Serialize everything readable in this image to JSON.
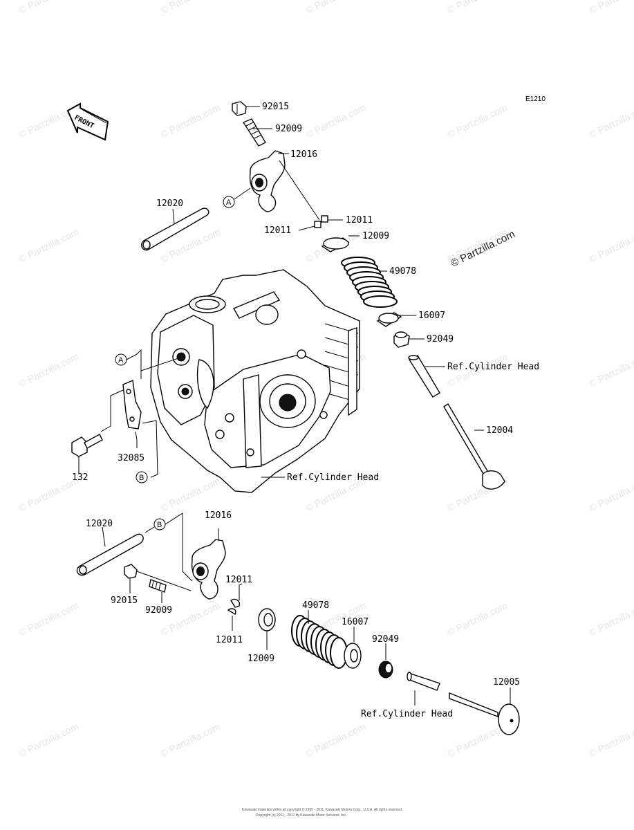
{
  "diagram_code": "E1210",
  "front_label": "FRONT",
  "callouts": {
    "upper": [
      {
        "id": "u-92015",
        "text": "92015"
      },
      {
        "id": "u-92009",
        "text": "92009"
      },
      {
        "id": "u-12016",
        "text": "12016"
      },
      {
        "id": "u-12020",
        "text": "12020"
      },
      {
        "id": "u-12011a",
        "text": "12011"
      },
      {
        "id": "u-12011b",
        "text": "12011"
      },
      {
        "id": "u-12009",
        "text": "12009"
      },
      {
        "id": "u-49078",
        "text": "49078"
      },
      {
        "id": "u-16007",
        "text": "16007"
      },
      {
        "id": "u-92049",
        "text": "92049"
      },
      {
        "id": "u-12004",
        "text": "12004"
      },
      {
        "id": "u-32085",
        "text": "32085"
      },
      {
        "id": "u-132",
        "text": "132"
      }
    ],
    "lower": [
      {
        "id": "l-12020",
        "text": "12020"
      },
      {
        "id": "l-12016",
        "text": "12016"
      },
      {
        "id": "l-12011a",
        "text": "12011"
      },
      {
        "id": "l-12011b",
        "text": "12011"
      },
      {
        "id": "l-92015",
        "text": "92015"
      },
      {
        "id": "l-92009",
        "text": "92009"
      },
      {
        "id": "l-49078",
        "text": "49078"
      },
      {
        "id": "l-16007",
        "text": "16007"
      },
      {
        "id": "l-92049",
        "text": "92049"
      },
      {
        "id": "l-12009",
        "text": "12009"
      },
      {
        "id": "l-12005",
        "text": "12005"
      }
    ]
  },
  "references": {
    "cyl_head_upper": "Ref.Cylinder Head",
    "cyl_head_middle": "Ref.Cylinder Head",
    "cyl_head_lower": "Ref.Cylinder Head"
  },
  "markers": {
    "a": "A",
    "b": "B"
  },
  "watermark": {
    "text": "© Partzilla.com",
    "prominent": "© Partzilla.com"
  },
  "footer": {
    "line1": "Kawasaki materials within all copyright © 1995 - 2011, Kawasaki Motors Corp., U.S.A. All rights reserved.",
    "line2": "Copyright (c) 2011 - 2017 by Kawasaki Motor Services, Inc."
  }
}
